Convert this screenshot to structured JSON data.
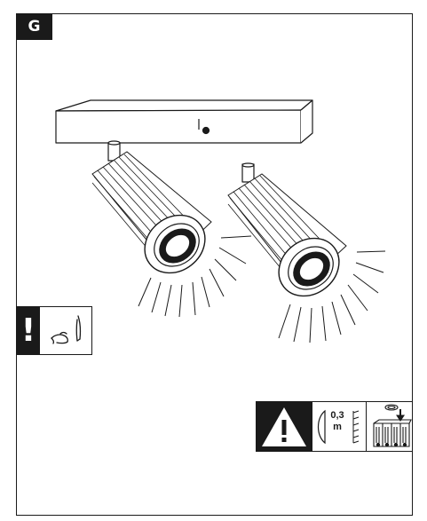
{
  "step": {
    "label": "G"
  },
  "warning": {
    "min_distance_value": "0,3",
    "min_distance_unit": "m"
  },
  "icons": {
    "notice": "exclamation-icon",
    "touch": "finger-touch-icon",
    "warning": "warning-triangle-icon",
    "distance": "min-distance-icon",
    "lamp": "lamp-replacement-icon",
    "spotlight": "ceiling-spotlight-illustration"
  }
}
